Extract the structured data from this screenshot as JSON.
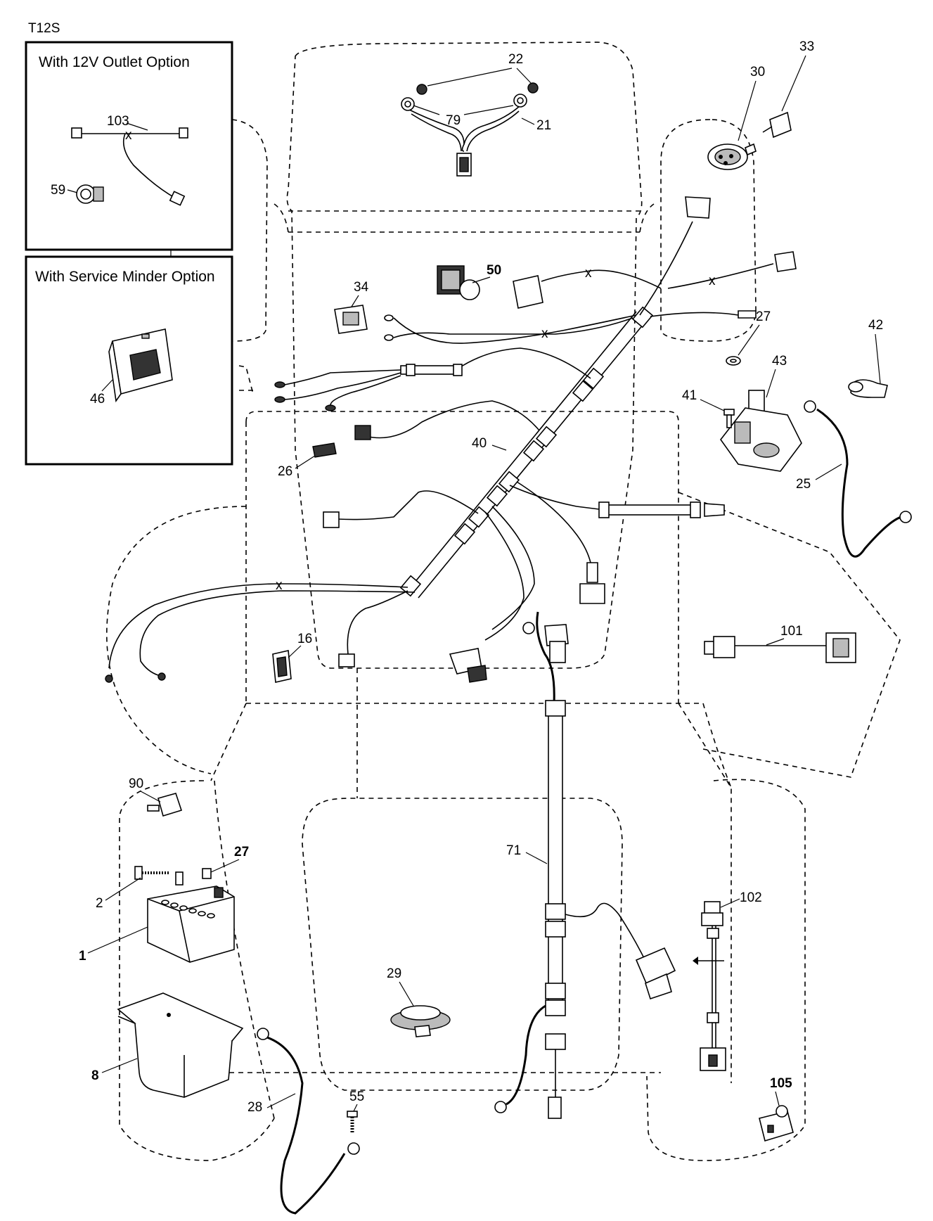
{
  "model_code": "T12S",
  "insets": {
    "outlet_option": "With 12V Outlet Option",
    "service_minder_option": "With Service Minder Option"
  },
  "callouts": {
    "c103": "103",
    "c59": "59",
    "c46": "46",
    "c22": "22",
    "c79": "79",
    "c21": "21",
    "c30": "30",
    "c33": "33",
    "c50": "50",
    "c34": "34",
    "c27_top": "27",
    "c42": "42",
    "c43": "43",
    "c41": "41",
    "c25": "25",
    "c40": "40",
    "c26": "26",
    "c16": "16",
    "c101": "101",
    "c90": "90",
    "c27_bottom": "27",
    "c2": "2",
    "c1": "1",
    "c8": "8",
    "c28": "28",
    "c55": "55",
    "c71": "71",
    "c29": "29",
    "c102": "102",
    "c105": "105"
  }
}
